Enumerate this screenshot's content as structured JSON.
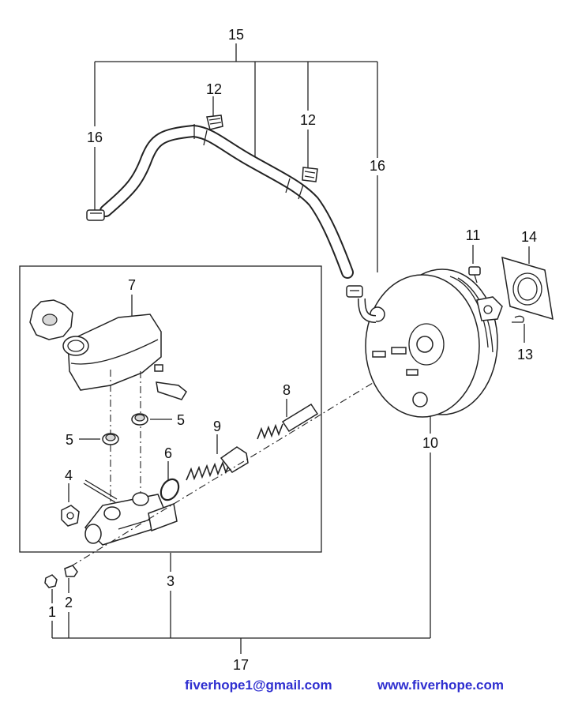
{
  "callouts": {
    "c1": "1",
    "c2": "2",
    "c3": "3",
    "c4": "4",
    "c5a": "5",
    "c5b": "5",
    "c6": "6",
    "c7": "7",
    "c8": "8",
    "c9": "9",
    "c10": "10",
    "c11": "11",
    "c12a": "12",
    "c12b": "12",
    "c13": "13",
    "c14": "14",
    "c15": "15",
    "c16a": "16",
    "c16b": "16",
    "c17": "17"
  },
  "footer": {
    "email": "fiverhope1@gmail.com",
    "website": "www.fiverhope.com"
  },
  "colors": {
    "line": "#222222",
    "footer_text": "#2f2fd0",
    "shade": "#d8d8d8"
  }
}
